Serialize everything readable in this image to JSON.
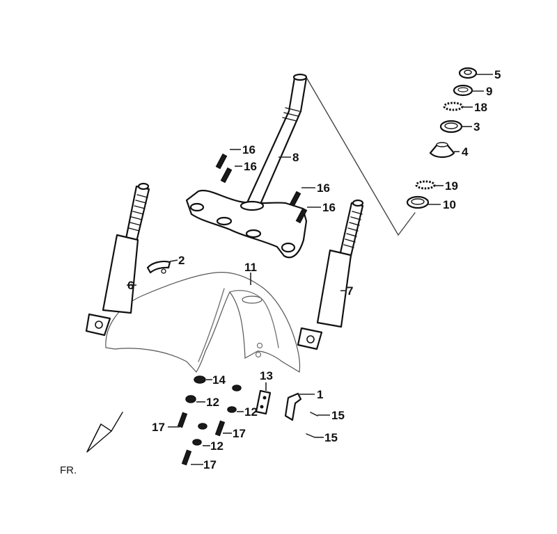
{
  "diagram": {
    "orientation_label": "FR.",
    "callouts": {
      "c1": "1",
      "c2": "2",
      "c3": "3",
      "c4": "4",
      "c5": "5",
      "c6": "6",
      "c7": "7",
      "c8": "8",
      "c9": "9",
      "c10": "10",
      "c11": "11",
      "c12a": "12",
      "c12b": "12",
      "c12c": "12",
      "c13": "13",
      "c14": "14",
      "c15a": "15",
      "c15b": "15",
      "c16a": "16",
      "c16b": "16",
      "c16c": "16",
      "c16d": "16",
      "c17a": "17",
      "c17b": "17",
      "c17c": "17",
      "c18": "18",
      "c19": "19"
    }
  }
}
